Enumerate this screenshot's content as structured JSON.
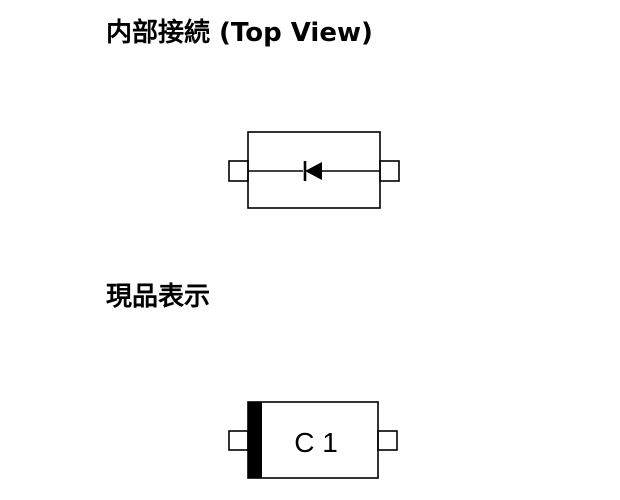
{
  "sections": {
    "internal_connection": {
      "title": "内部接続  (Top View)"
    },
    "product_marking": {
      "title": "現品表示",
      "marking_code": "C 1"
    }
  },
  "colors": {
    "background": "#ffffff",
    "ink": "#000000"
  },
  "icons": {
    "connection_diagram": "diode-symbol-icon",
    "cathode_band": "cathode-band-icon"
  }
}
